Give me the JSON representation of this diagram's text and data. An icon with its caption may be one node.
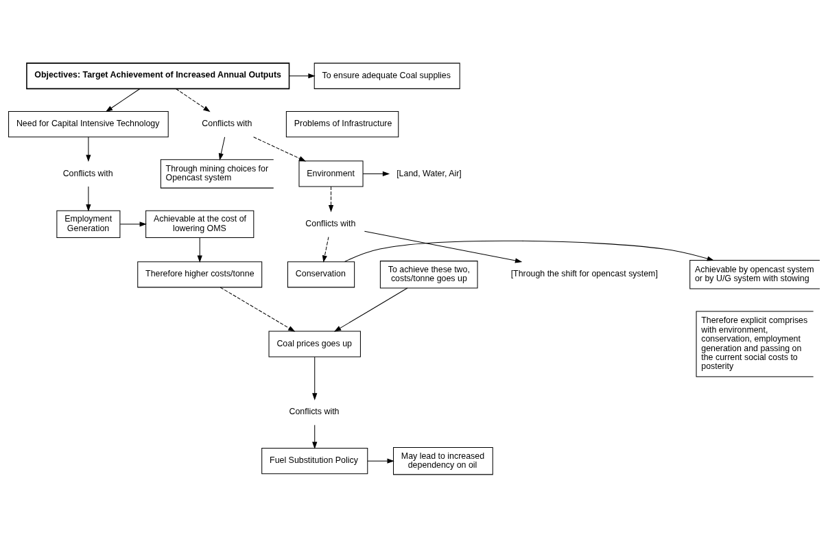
{
  "diagram": {
    "nodes": [
      {
        "text": [
          "Objectives: Target Achievement of Increased Annual Outputs"
        ]
      },
      {
        "text": [
          "To ensure adequate Coal supplies"
        ]
      },
      {
        "text": [
          "Need for Capital Intensive Technology"
        ]
      },
      {
        "text": [
          "Conflicts with"
        ]
      },
      {
        "text": [
          "Problems of Infrastructure"
        ]
      },
      {
        "text": [
          "Conflicts with"
        ]
      },
      {
        "text": [
          "Through mining choices for Opencast system"
        ]
      },
      {
        "text": [
          "Achievable at the cost of lowering OMS"
        ]
      },
      {
        "text": [
          "Employment Generation"
        ]
      },
      {
        "text": [
          "Environment"
        ]
      },
      {
        "text": [
          "[Land, Water, Air]"
        ]
      },
      {
        "text": [
          "Therefore higher costs/tonne"
        ]
      },
      {
        "text": [
          "To achieve these two, costs/tonne goes up"
        ]
      },
      {
        "text": [
          "Conflicts with"
        ]
      },
      {
        "text": [
          "[Through the shift for opencast system]"
        ]
      },
      {
        "text": [
          "Coal prices goes up"
        ]
      },
      {
        "text": [
          "Conservation"
        ]
      },
      {
        "text": [
          "Achievable by opencast system or by U/G system with stowing"
        ]
      },
      {
        "text": [
          "Conflicts with"
        ]
      },
      {
        "text": [
          "Therefore explicit comprises with environment, conservation, employment generation and passing on the current social costs to posterity"
        ]
      },
      {
        "text": [
          "Fuel Substitution Policy"
        ]
      },
      {
        "text": [
          "May lead to increased dependency on oil"
        ]
      }
    ],
    "edges": [
      {
        "from": 0,
        "to": 1,
        "arrow": "to"
      },
      {
        "from": 0,
        "to": 3,
        "arrow": "to",
        "style": "dashed"
      },
      {
        "from": 3,
        "to": 9,
        "arrow": "to",
        "style": "dashed"
      },
      {
        "from": 3,
        "to": 6,
        "arrow": "to"
      },
      {
        "from": 0,
        "to": 2,
        "arrow": "to"
      },
      {
        "from": 2,
        "to": 5,
        "arrow": "to"
      },
      {
        "from": 5,
        "to": 8,
        "arrow": "to"
      },
      {
        "from": 8,
        "to": 7,
        "arrow": "to"
      },
      {
        "from": 7,
        "to": 11,
        "arrow": "to"
      },
      {
        "from": 11,
        "to": 15,
        "arrow": "to",
        "style": "dashed"
      },
      {
        "from": 12,
        "to": 15,
        "arrow": "to"
      },
      {
        "from": 9,
        "to": 10,
        "arrow": "to"
      },
      {
        "from": 9,
        "to": 13,
        "arrow": "to",
        "style": "dashed"
      },
      {
        "from": 13,
        "to": 16,
        "arrow": "to",
        "style": "dashed"
      },
      {
        "from": 13,
        "to": 14,
        "arrow": "to"
      },
      {
        "from": 16,
        "to": 17,
        "arrow": "to"
      },
      {
        "from": 15,
        "to": 18,
        "arrow": "to"
      },
      {
        "from": 18,
        "to": 20,
        "arrow": "to"
      },
      {
        "from": 20,
        "to": 21,
        "arrow": "to"
      }
    ]
  }
}
